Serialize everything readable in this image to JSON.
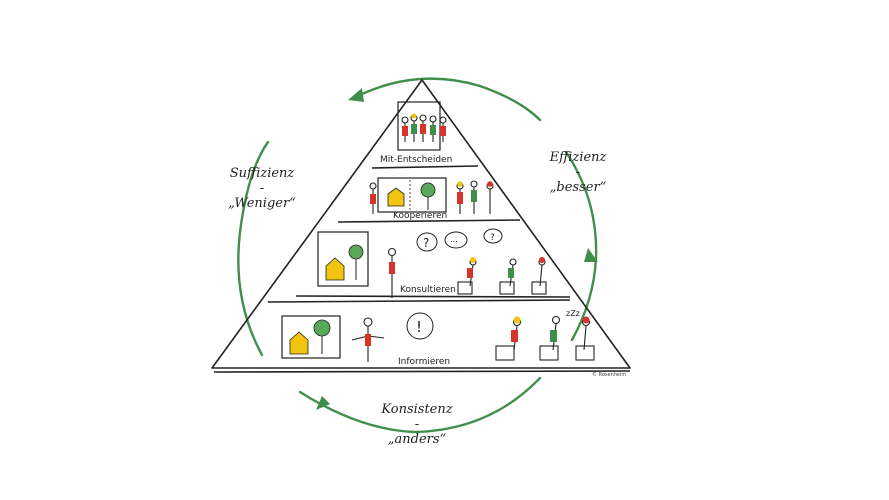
{
  "diagram": {
    "levels": [
      {
        "label": "Mit-Entscheiden"
      },
      {
        "label": "Kooperieren"
      },
      {
        "label": "Konsultieren"
      },
      {
        "label": "Informieren"
      }
    ],
    "cycle": {
      "left": {
        "title": "Suffizienz",
        "dash": "-",
        "sub": "„Weniger“"
      },
      "right": {
        "title": "Effizienz",
        "dash": "-",
        "sub": "„besser“"
      },
      "bottom": {
        "title": "Konsistenz",
        "dash": "-",
        "sub": "„anders“"
      }
    },
    "speech_marks": {
      "question": "?",
      "exclaim": "!",
      "ellipsis": "...",
      "snore": "zZz"
    },
    "credit": "© Rosenheim",
    "colors": {
      "arrow": "#3f8f4a",
      "accent_red": "#d7332a",
      "accent_yellow": "#f1c40f",
      "tree": "#5aa85a",
      "ink": "#222222"
    }
  }
}
